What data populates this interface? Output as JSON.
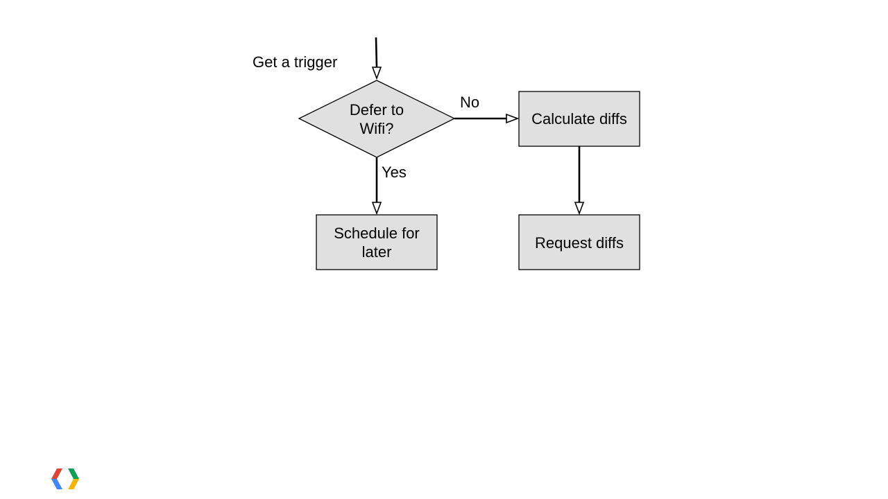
{
  "diagram": {
    "trigger_label": "Get a trigger",
    "decision": [
      "Defer to",
      "Wifi?"
    ],
    "no_label": "No",
    "yes_label": "Yes",
    "calculate": [
      "Calculate diffs"
    ],
    "schedule": [
      "Schedule for",
      "later"
    ],
    "request": [
      "Request diffs"
    ],
    "colors": {
      "node_fill": "#e0e0e0",
      "stroke": "#000000"
    }
  },
  "logo": {
    "icon": "google-developers-logo",
    "colors": [
      "#db4437",
      "#0f9d58",
      "#4285f4",
      "#f4b400"
    ]
  }
}
